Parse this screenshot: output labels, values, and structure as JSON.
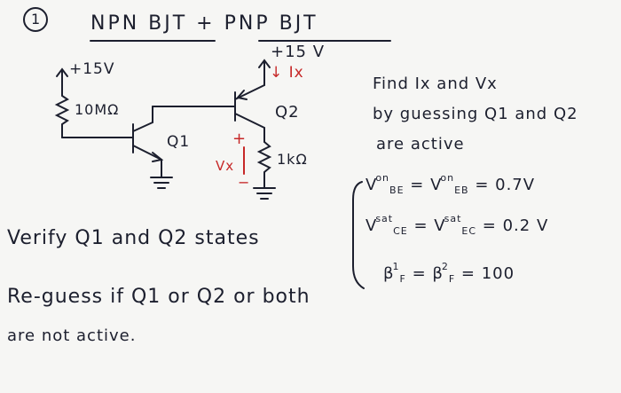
{
  "problem_number": "1",
  "title": "NPN BJT + PNP BJT",
  "circuit": {
    "left_supply": "+15V",
    "left_resistor": "10MΩ",
    "q1_label": "Q1",
    "right_supply": "+15 V",
    "current_label": "↓ Ix",
    "q2_label": "Q2",
    "right_resistor": "1kΩ",
    "vx_plus": "+",
    "vx_label": "Vx",
    "vx_minus": "−"
  },
  "task": {
    "line1": "Find Ix and Vx",
    "line2": "by guessing Q1 and Q2",
    "line3": "are active"
  },
  "given": {
    "vbe_on_left": "V",
    "vbe_on_sup": "on",
    "vbe_on_sub": "BE",
    "veb_on_left": "= V",
    "veb_on_sup": "on",
    "veb_on_sub": "EB",
    "von_value": "= 0.7V",
    "vce_sat_left": "V",
    "vce_sat_sup": "sat",
    "vce_sat_sub": "CE",
    "vec_sat_left": "= V",
    "vec_sat_sup": "sat",
    "vec_sat_sub": "EC",
    "vsat_value": "= 0.2 V",
    "beta_left": "β",
    "beta1_sup": "1",
    "beta1_sub": "F",
    "beta_mid": "= β",
    "beta2_sup": "2",
    "beta2_sub": "F",
    "beta_value": "= 100"
  },
  "instructions": {
    "verify": "Verify Q1 and Q2 states",
    "reguess": "Re-guess if Q1 or Q2 or both",
    "reguess2": "are not active."
  },
  "colors": {
    "ink": "#1c1f2e",
    "red_ink": "#c62828",
    "paper": "#f6f6f4"
  }
}
